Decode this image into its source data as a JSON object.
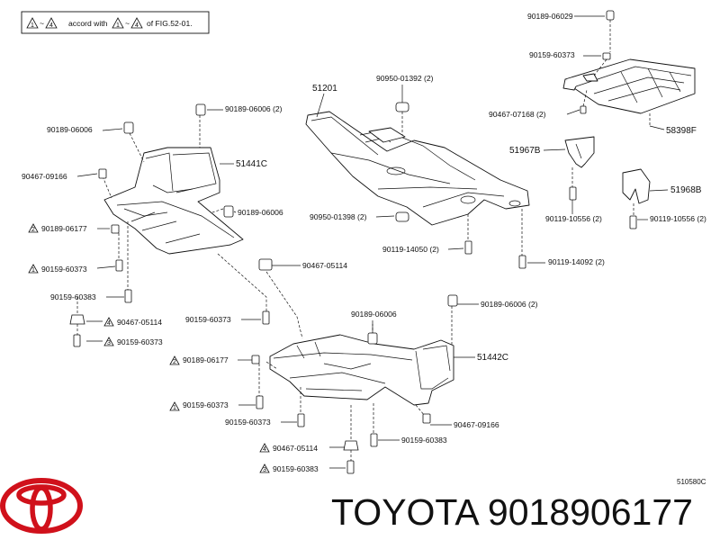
{
  "note": {
    "tri_a": "1",
    "tri_b": "4",
    "tri_c": "1",
    "tri_d": "4",
    "text1": "accord with",
    "text2": "~",
    "text3": "of FIG.52-01.",
    "text_a": "~"
  },
  "parts": {
    "p51201": "51201",
    "p58398F": "58398F",
    "p51441C": "51441C",
    "p51442C": "51442C",
    "p51967B": "51967B",
    "p51968B": "51968B"
  },
  "labels": {
    "l1": "90189-06029",
    "l2": "90159-60373",
    "l3": "90950-01392 (2)",
    "l4": "90467-07168 (2)",
    "l5": "90189-06006 (2)",
    "l6": "90189-06006",
    "l7": "90467-09166",
    "l8": "90189-06006",
    "l9": "90950-01398 (2)",
    "l10": "90119-10556 (2)",
    "l11": "90119-10556 (2)",
    "l12": "90189-06177",
    "l13": "90119-14050 (2)",
    "l14": "90119-14092 (2)",
    "l15": "90159-60373",
    "l16": "90467-05114",
    "l17": "90159-60383",
    "l18": "90189-06006 (2)",
    "l19": "90189-06006",
    "l20": "90467-05114",
    "l21": "90159-60373",
    "l22": "90159-60373",
    "l23": "90189-06177",
    "l24": "90159-60373",
    "l25": "90467-09166",
    "l26": "90159-60383",
    "l27": "90159-60383",
    "l28": "90467-05114",
    "l29": "90159-60373"
  },
  "tris": {
    "t1": "2",
    "t2": "1",
    "t3": "4",
    "t4": "3",
    "t5": "2",
    "t6": "1",
    "t7": "4",
    "t8": "3"
  },
  "footer": {
    "diagram_code": "510580C",
    "brand": "TOYOTA 9018906177"
  }
}
